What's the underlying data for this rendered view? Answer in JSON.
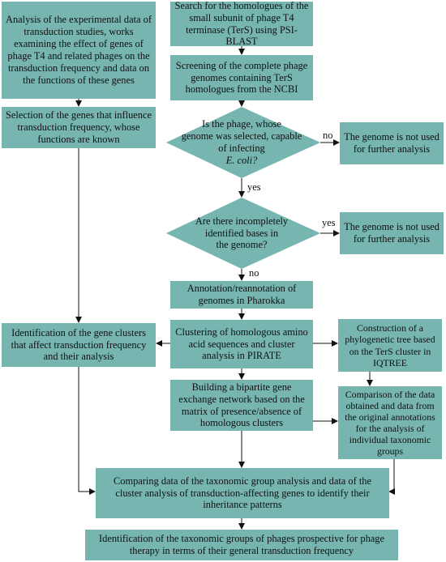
{
  "boxes": {
    "analysis_experimental": "Analysis of the experimental data of transduction studies, works examining the effect of genes of phage T4 and related phages on the transduction frequency and data on the functions of these genes",
    "search_homologues": "Search for the homologues of the small subunit of phage T4 terminase (TerS) using PSI-BLAST",
    "screening": "Screening of the complete phage genomes containing TerS homologues from the NCBI",
    "selection_genes": "Selection of the genes that influence transduction frequency, whose functions are known",
    "not_used_1": "The genome is not used for further analysis",
    "not_used_2": "The genome is not used for further analysis",
    "annotation": "Annotation/reannotation of genomes in Pharokka",
    "identification_clusters": "Identification of the gene clusters that affect transduction frequency and their analysis",
    "clustering": "Clustering of homologous amino acid sequences and cluster analysis in PIRATE",
    "construction_tree": "Construction of a phylogenetic tree based on the TerS cluster in IQTREE",
    "bipartite": "Building a bipartite gene exchange network based on the matrix of presence/absence of homologous clusters",
    "comparison": "Comparison of the data obtained and data from the original annotations for the analysis of individual taxonomic groups",
    "comparing": "Comparing data of the taxonomic group analysis and data of the cluster analysis of transduction-affecting genes to identify their inheritance patterns",
    "final": "Identification of the taxonomic groups of phages prospective for phage therapy in terms of their general transduction frequency"
  },
  "decisions": {
    "capable_line1": "Is the phage, whose",
    "capable_line2": "genome was selected, capable",
    "capable_line3": "of infecting",
    "capable_line4": "E. coli?",
    "incomplete_line1": "Are there incompletely",
    "incomplete_line2": "identified bases in",
    "incomplete_line3": "the genome?"
  },
  "labels": {
    "no_1": "no",
    "yes_1": "yes",
    "yes_2": "yes",
    "no_2": "no"
  },
  "colors": {
    "fill": "#76b5b0",
    "line": "#111111"
  }
}
